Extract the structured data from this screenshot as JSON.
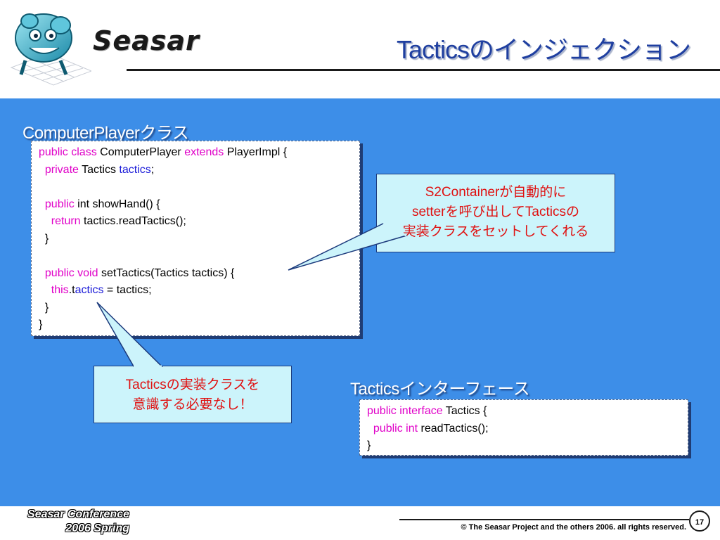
{
  "header": {
    "logo_text": "Seasar",
    "title": "Tacticsのインジェクション"
  },
  "computer_player": {
    "heading": "ComputerPlayerクラス",
    "lines": [
      [
        {
          "t": "public class ",
          "k": "kw"
        },
        {
          "t": "ComputerPlayer "
        },
        {
          "t": "extends ",
          "k": "kw"
        },
        {
          "t": "PlayerImpl {"
        }
      ],
      [
        {
          "t": "  "
        },
        {
          "t": "private ",
          "k": "kw"
        },
        {
          "t": "Tactics "
        },
        {
          "t": "tactics",
          "k": "fld"
        },
        {
          "t": ";"
        }
      ],
      [
        {
          "t": " "
        }
      ],
      [
        {
          "t": "  "
        },
        {
          "t": "public ",
          "k": "kw"
        },
        {
          "t": "int showHand() {"
        }
      ],
      [
        {
          "t": "    "
        },
        {
          "t": "return ",
          "k": "kw"
        },
        {
          "t": "tactics.readTactics();"
        }
      ],
      [
        {
          "t": "  }"
        }
      ],
      [
        {
          "t": " "
        }
      ],
      [
        {
          "t": "  "
        },
        {
          "t": "public void ",
          "k": "kw"
        },
        {
          "t": "setTactics(Tactics tactics) {"
        }
      ],
      [
        {
          "t": "    "
        },
        {
          "t": "this",
          "k": "kw"
        },
        {
          "t": ".t"
        },
        {
          "t": "actics",
          "k": "fld"
        },
        {
          "t": " = tactics;"
        }
      ],
      [
        {
          "t": "  }"
        }
      ],
      [
        {
          "t": "}"
        }
      ]
    ]
  },
  "tactics_interface": {
    "heading": "Tacticsインターフェース",
    "lines": [
      [
        {
          "t": "public interface ",
          "k": "kw"
        },
        {
          "t": "Tactics {"
        }
      ],
      [
        {
          "t": "  "
        },
        {
          "t": "public int ",
          "k": "kw"
        },
        {
          "t": "readTactics();"
        }
      ],
      [
        {
          "t": "}"
        }
      ]
    ]
  },
  "callout_setter": {
    "lines": [
      "S2Containerが自動的に",
      "setterを呼び出してTacticsの",
      "実装クラスをセットしてくれる"
    ]
  },
  "callout_impl": {
    "lines": [
      "Tacticsの実装クラスを",
      "意識する必要なし！"
    ]
  },
  "footer": {
    "conference_line1": "Seasar Conference",
    "conference_line2": "2006 Spring",
    "copyright": "© The Seasar Project and the others 2006. all rights reserved.",
    "page_number": "17"
  },
  "colors": {
    "background": "#3d8ee8",
    "title": "#1f3fa0",
    "keyword": "#e000c8",
    "field": "#1a1ad8",
    "callout_fill": "#ccf4fb",
    "callout_text": "#e01010"
  }
}
